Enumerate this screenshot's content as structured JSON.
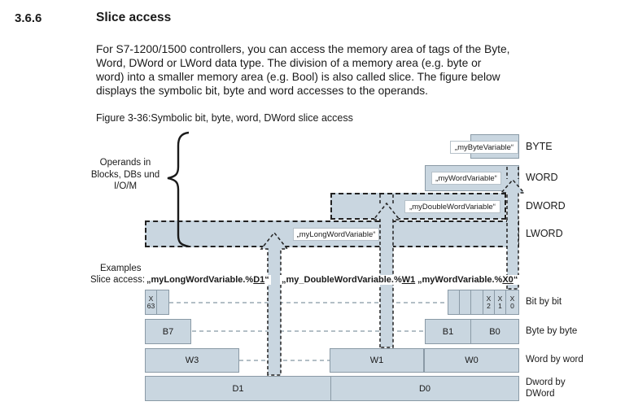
{
  "page": {
    "section_number": "3.6.6",
    "section_title": "Slice access",
    "body_lines": [
      "For S7-1200/1500 controllers, you can access the memory area of tags of the Byte,",
      "Word, DWord or LWord data type. The division of a memory area (e.g. byte or",
      "word) into a smaller memory area (e.g. Bool) is also called slice. The figure below",
      "displays the symbolic bit, byte and word accesses to the operands."
    ],
    "figure_caption": "Figure 3-36:Symbolic bit, byte, word, DWord slice access"
  },
  "figure": {
    "operands_label": [
      "Operands in",
      "Blocks, DBs und",
      "I/O/M"
    ],
    "types": {
      "byte": {
        "variable": "„myByteVariable“",
        "label": "BYTE"
      },
      "word": {
        "variable": "„myWordVariable“",
        "label": "WORD"
      },
      "dword": {
        "variable": "„myDoubleWordVariable“",
        "label": "DWORD"
      },
      "lword": {
        "variable": "„myLongWordVariable“",
        "label": "LWORD"
      }
    },
    "examples": {
      "title": "Examples",
      "prefix_label": "Slice access:",
      "items": [
        {
          "text": "„myLongWordVariable.%",
          "slice": "D1",
          "close": "“"
        },
        {
          "text": "„my_DoubleWordVariable.%",
          "slice": "W1",
          "close": "“"
        },
        {
          "text": "„myWordVariable.%",
          "slice": "X0",
          "close": "“"
        }
      ]
    },
    "rows": {
      "bit": {
        "label": "Bit by bit",
        "left_cell": {
          "top": "X",
          "bottom": "63"
        },
        "right_cells": [
          {
            "top": "X",
            "bottom": "2"
          },
          {
            "top": "X",
            "bottom": "1"
          },
          {
            "top": "X",
            "bottom": "0"
          }
        ]
      },
      "byte": {
        "label": "Byte by byte",
        "left": "B7",
        "cells": [
          "B1",
          "B0"
        ]
      },
      "word": {
        "label": "Word by word",
        "left": "W3",
        "cells": [
          "W1",
          "W0"
        ]
      },
      "dword": {
        "label": "Dword by DWord",
        "cells": [
          "D1",
          "D0"
        ]
      }
    },
    "colors": {
      "box_fill": "#c9d6e0",
      "box_border": "#8a9aa6",
      "dashed_outline": "#222222",
      "connector": "#9aaab4",
      "text": "#1a1a1a"
    }
  }
}
